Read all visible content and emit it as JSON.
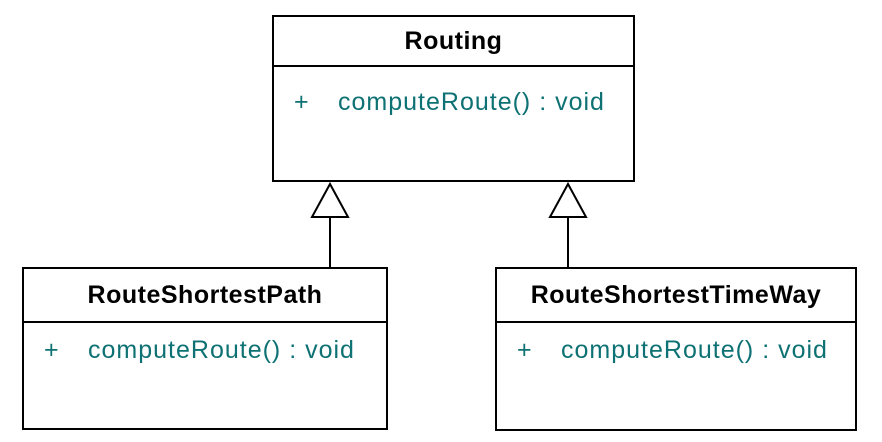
{
  "diagram": {
    "type": "uml-class-diagram",
    "colors": {
      "background": "#ffffff",
      "border": "#000000",
      "class_name_text": "#000000",
      "member_text": "#0e7173"
    },
    "classes": [
      {
        "name": "Routing",
        "members": [
          {
            "visibility": "+",
            "signature": "computeRoute() : void"
          }
        ]
      },
      {
        "name": "RouteShortestPath",
        "members": [
          {
            "visibility": "+",
            "signature": "computeRoute() : void"
          }
        ]
      },
      {
        "name": "RouteShortestTimeWay",
        "members": [
          {
            "visibility": "+",
            "signature": "computeRoute() : void"
          }
        ]
      }
    ],
    "relations": [
      {
        "type": "generalization",
        "from": "RouteShortestPath",
        "to": "Routing"
      },
      {
        "type": "generalization",
        "from": "RouteShortestTimeWay",
        "to": "Routing"
      }
    ]
  }
}
